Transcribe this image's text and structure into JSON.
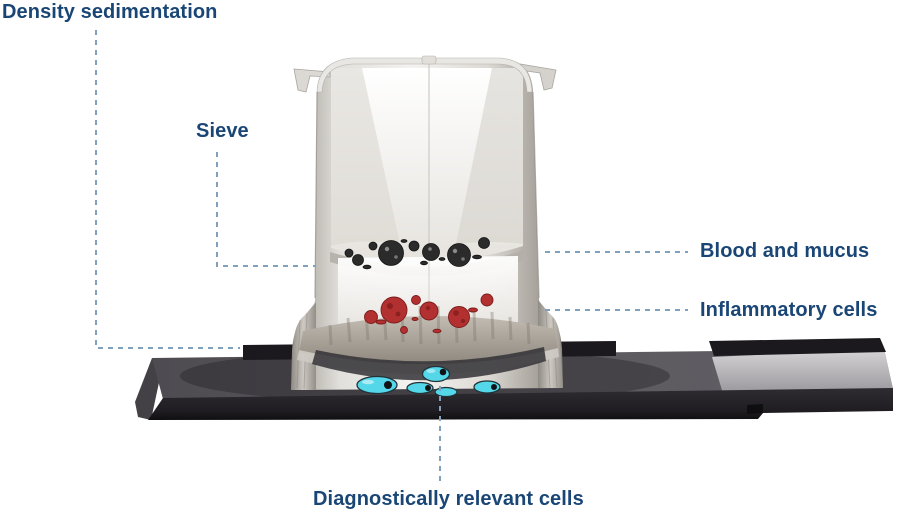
{
  "labels": {
    "density_sedimentation": "Density sedimentation",
    "sieve": "Sieve",
    "blood_and_mucus": "Blood and mucus",
    "inflammatory_cells": "Inflammatory cells",
    "diagnostically_relevant_cells": "Diagnostically relevant cells"
  },
  "colors": {
    "label_text": "#1a4676",
    "leader_line": "#7fa1bf",
    "blood_and_mucus_particles": "#2b2b2b",
    "inflammatory_cell_particles": "#b23030",
    "relevant_cell_particles": "#55d7ea",
    "device_body": "#d9d6d1",
    "slide_top": "#57555a",
    "slide_front": "#222026",
    "frosted_end": "#b7b5b8",
    "background": "#ffffff"
  }
}
